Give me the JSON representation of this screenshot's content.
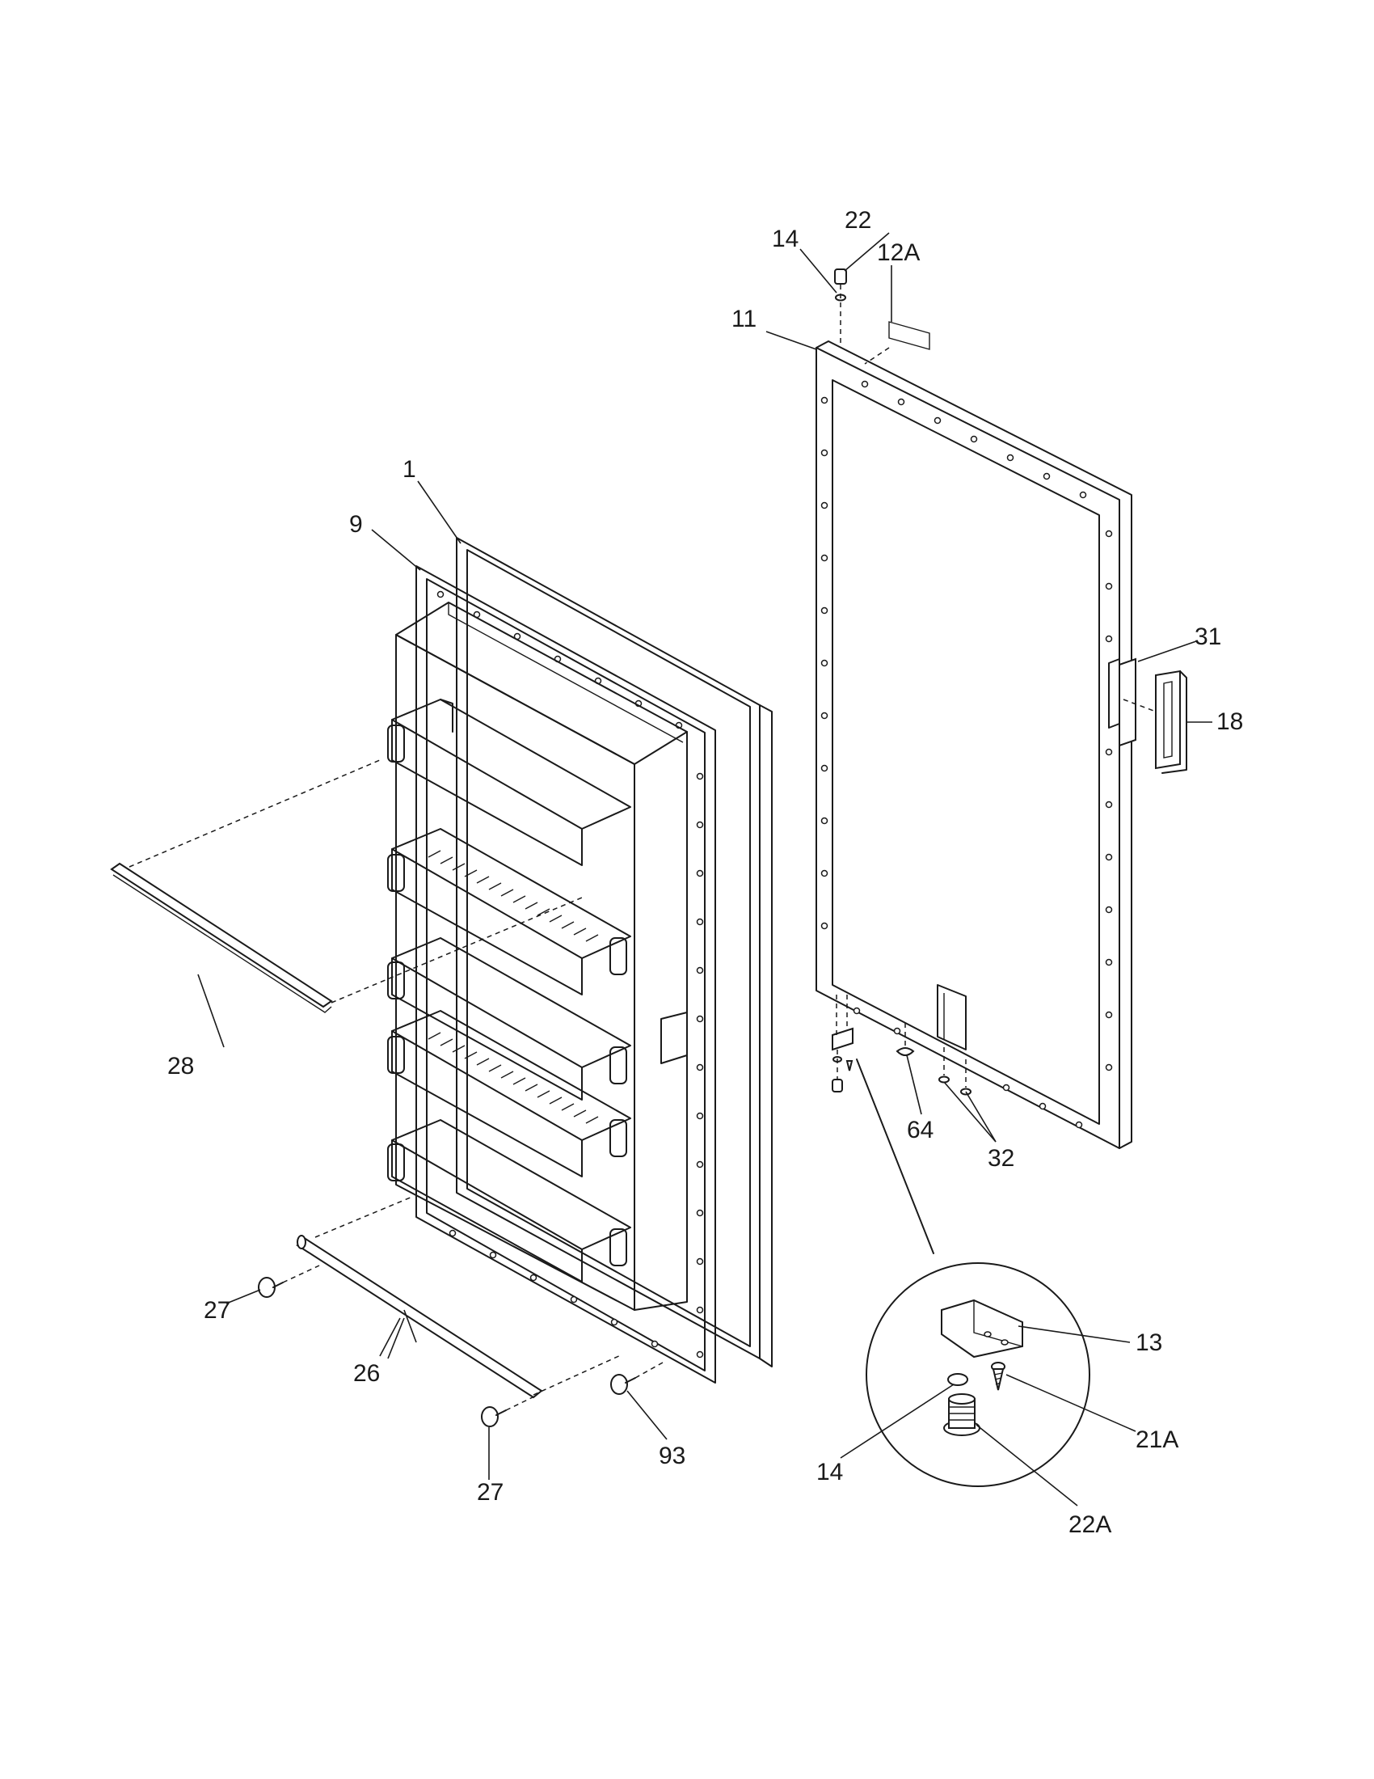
{
  "callouts": {
    "c1": "1",
    "c9": "9",
    "c11": "11",
    "c12a": "12A",
    "c13": "13",
    "c14_top": "14",
    "c14_detail": "14",
    "c18": "18",
    "c21a": "21A",
    "c22": "22",
    "c22a": "22A",
    "c26": "26",
    "c27_top": "27",
    "c27_bottom": "27",
    "c28": "28",
    "c31": "31",
    "c32": "32",
    "c64": "64",
    "c93": "93"
  }
}
